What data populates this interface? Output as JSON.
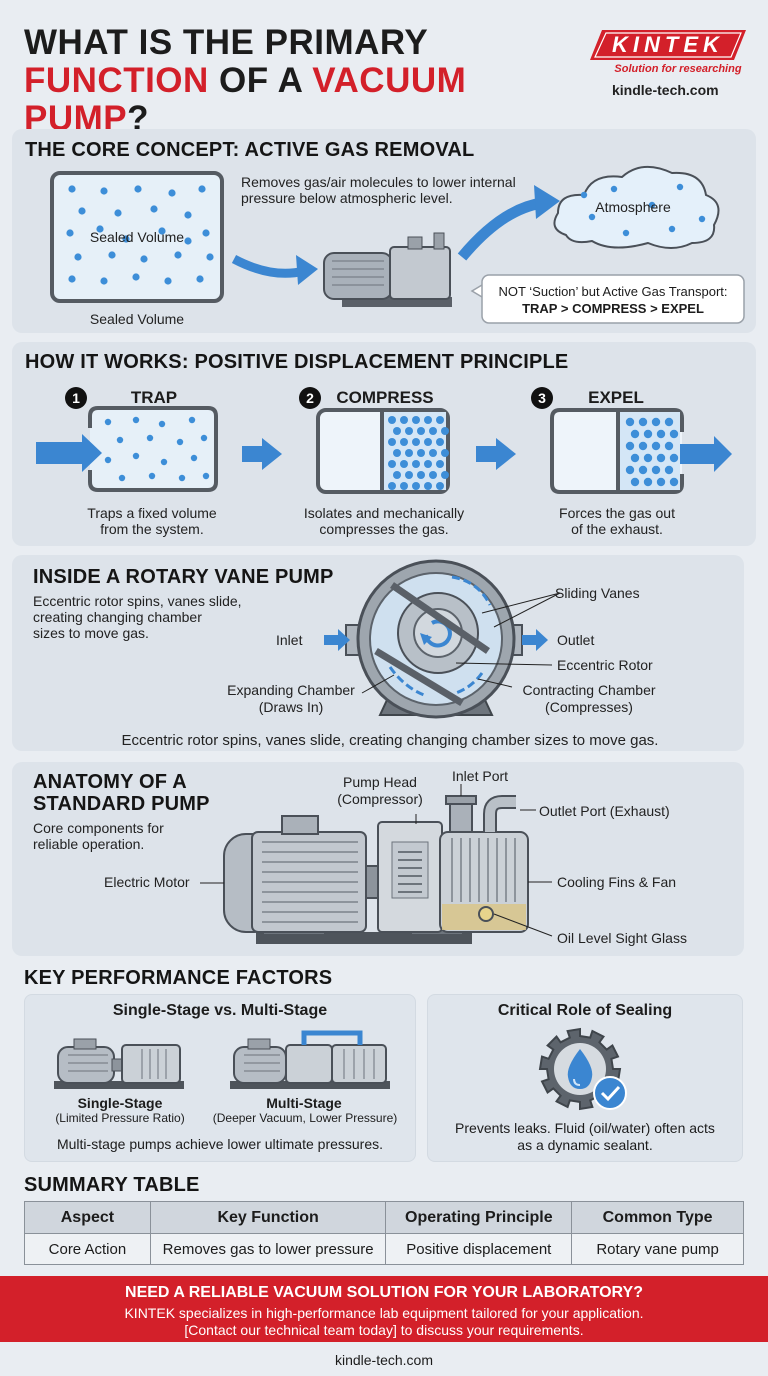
{
  "header": {
    "title_line1": "WHAT IS THE PRIMARY",
    "title_word_function": "FUNCTION",
    "title_word_of_a": " OF A ",
    "title_word_vacuum_pump": "VACUUM PUMP",
    "title_qmark": "?",
    "brand_name": "KINTEK",
    "brand_tagline": "Solution for researching",
    "website": "kindle-tech.com"
  },
  "core": {
    "title": "THE CORE CONCEPT: ACTIVE GAS REMOVAL",
    "volume_label": "Sealed Volume",
    "volume_caption": "Sealed Volume",
    "description": "Removes gas/air molecules to lower internal pressure below atmospheric level.",
    "atmosphere_label": "Atmosphere",
    "callout_line1": "NOT ‘Suction’ but Active Gas Transport:",
    "callout_line2": "TRAP > COMPRESS > EXPEL"
  },
  "how": {
    "title": "HOW IT WORKS: POSITIVE DISPLACEMENT PRINCIPLE",
    "steps": [
      {
        "num": "1",
        "name": "TRAP",
        "caption_line1": "Traps a fixed volume",
        "caption_line2": "from the system."
      },
      {
        "num": "2",
        "name": "COMPRESS",
        "caption_line1": "Isolates and mechanically",
        "caption_line2": "compresses the gas."
      },
      {
        "num": "3",
        "name": "EXPEL",
        "caption_line1": "Forces the gas out",
        "caption_line2": "of the exhaust."
      }
    ]
  },
  "rotary": {
    "title": "INSIDE A ROTARY VANE PUMP",
    "desc_line1": "Eccentric rotor spins, vanes slide,",
    "desc_line2": "creating changing chamber",
    "desc_line3": "sizes to move gas.",
    "labels": {
      "sliding_vanes": "Sliding Vanes",
      "inlet": "Inlet",
      "outlet": "Outlet",
      "eccentric_rotor": "Eccentric Rotor",
      "expanding_line1": "Expanding Chamber",
      "expanding_line2": "(Draws In)",
      "contracting_line1": "Contracting Chamber",
      "contracting_line2": "(Compresses)"
    },
    "footer": "Eccentric rotor spins, vanes slide, creating changing chamber sizes to move gas."
  },
  "anatomy": {
    "title_line1": "ANATOMY OF A",
    "title_line2": "STANDARD PUMP",
    "desc_line1": "Core components for",
    "desc_line2": "reliable operation.",
    "labels": {
      "pump_head_line1": "Pump Head",
      "pump_head_line2": "(Compressor)",
      "inlet_port": "Inlet Port",
      "outlet_port": "Outlet Port (Exhaust)",
      "electric_motor": "Electric Motor",
      "cooling": "Cooling Fins & Fan",
      "oil_glass": "Oil Level Sight Glass"
    }
  },
  "factors": {
    "title": "KEY PERFORMANCE FACTORS",
    "stage": {
      "title": "Single-Stage vs. Multi-Stage",
      "single_name": "Single-Stage",
      "single_note": "(Limited Pressure Ratio)",
      "multi_name": "Multi-Stage",
      "multi_note": "(Deeper Vacuum, Lower Pressure)",
      "footer": "Multi-stage pumps achieve lower ultimate pressures."
    },
    "sealing": {
      "title": "Critical Role of Sealing",
      "desc_line1": "Prevents leaks. Fluid (oil/water) often acts",
      "desc_line2": "as a dynamic sealant."
    }
  },
  "summary": {
    "title": "SUMMARY TABLE",
    "headers": [
      "Aspect",
      "Key Function",
      "Operating Principle",
      "Common Type"
    ],
    "row": [
      "Core Action",
      "Removes gas to lower pressure",
      "Positive displacement",
      "Rotary vane pump"
    ]
  },
  "cta": {
    "headline": "NEED A RELIABLE VACUUM SOLUTION FOR YOUR LABORATORY?",
    "line1": "KINTEK specializes in high-performance lab equipment tailored for your application.",
    "line2": "[Contact our technical team today] to discuss your requirements."
  },
  "footer": {
    "website": "kindle-tech.com"
  },
  "colors": {
    "accent_red": "#d3202a",
    "molecule_blue": "#3d8ed8",
    "arrow_blue": "#3b86d1",
    "panel_gray": "#dde3ea"
  }
}
